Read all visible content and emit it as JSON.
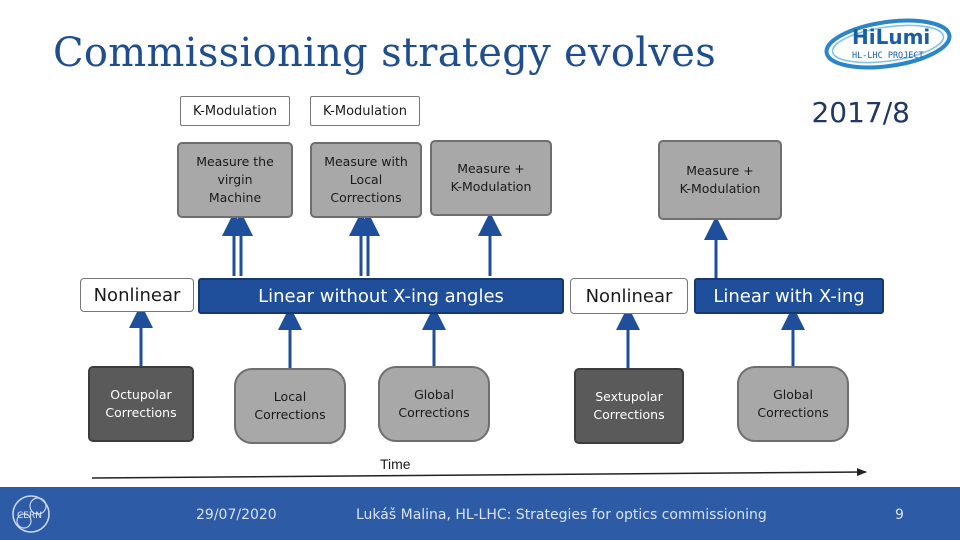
{
  "slide": {
    "title": "Commissioning strategy evolves",
    "year": "2017/8",
    "logo_text_main": "HiLumi",
    "logo_text_sub": "HL-LHC PROJECT",
    "cern_text": "CERN"
  },
  "top_row": {
    "kmod_1": "K-Modulation",
    "kmod_2": "K-Modulation",
    "measure_virgin_lines": [
      "Measure the",
      "virgin",
      "Machine"
    ],
    "measure_local_lines": [
      "Measure with",
      "Local",
      "Corrections"
    ],
    "measure_kmod_lines": [
      "Measure +",
      "K-Modulation"
    ],
    "measure_kmod_2017_lines": [
      "Measure +",
      "K-Modulation"
    ]
  },
  "middle_row": {
    "nonlinear_left": "Nonlinear",
    "linear_no_xing": "Linear without X-ing angles",
    "nonlinear_right": "Nonlinear",
    "linear_xing": "Linear with X-ing"
  },
  "bottom_row": {
    "octupolar_lines": [
      "Octupolar",
      "Corrections"
    ],
    "local_lines": [
      "Local",
      "Corrections"
    ],
    "global_lines": [
      "Global",
      "Corrections"
    ],
    "sextupolar_lines": [
      "Sextupolar",
      "Corrections"
    ],
    "global_2017_lines": [
      "Global",
      "Corrections"
    ]
  },
  "timeline": {
    "label": "Time"
  },
  "footer": {
    "date": "29/07/2020",
    "text": "Lukáš Malina, HL-LHC: Strategies for optics commissioning",
    "page": "9"
  },
  "colors": {
    "title": "#1f4e8c",
    "blue_box": "#1f4f9a",
    "gray_box": "#a8a8a8",
    "dark_box": "#5a5a5a",
    "arrow": "#1f4f9a",
    "footer": "#2d5ba5"
  }
}
